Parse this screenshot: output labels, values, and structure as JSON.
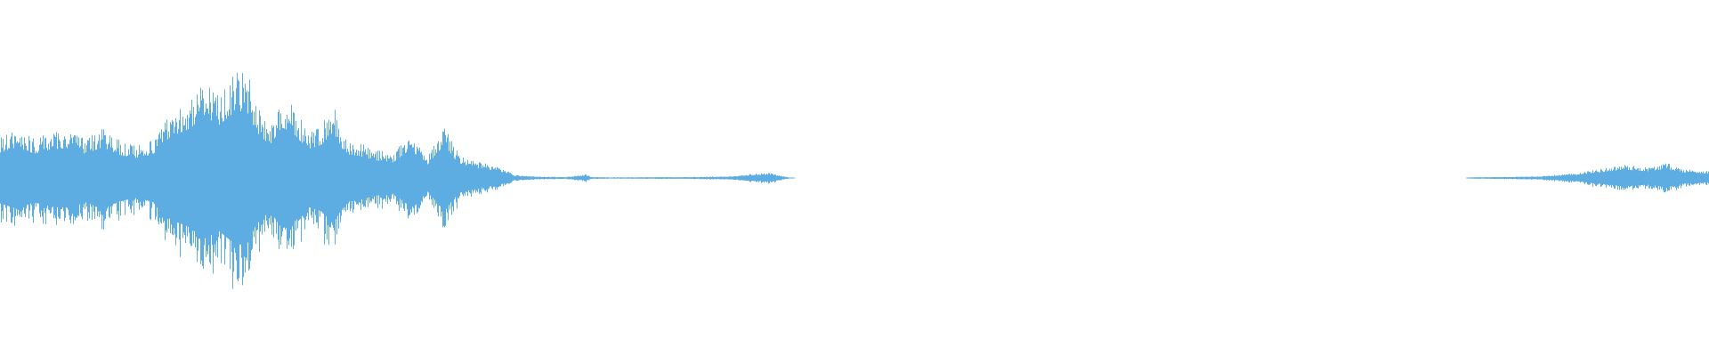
{
  "waveform": {
    "color": "#5dade2",
    "background": "#ffffff",
    "envelope": [
      [
        0.0,
        0.23
      ],
      [
        0.01,
        0.28
      ],
      [
        0.02,
        0.22
      ],
      [
        0.03,
        0.26
      ],
      [
        0.04,
        0.27
      ],
      [
        0.05,
        0.22
      ],
      [
        0.06,
        0.28
      ],
      [
        0.07,
        0.21
      ],
      [
        0.08,
        0.18
      ],
      [
        0.09,
        0.22
      ],
      [
        0.1,
        0.38
      ],
      [
        0.11,
        0.44
      ],
      [
        0.12,
        0.55
      ],
      [
        0.128,
        0.48
      ],
      [
        0.136,
        0.58
      ],
      [
        0.144,
        0.62
      ],
      [
        0.15,
        0.42
      ],
      [
        0.158,
        0.3
      ],
      [
        0.165,
        0.46
      ],
      [
        0.172,
        0.4
      ],
      [
        0.18,
        0.26
      ],
      [
        0.188,
        0.3
      ],
      [
        0.195,
        0.42
      ],
      [
        0.202,
        0.22
      ],
      [
        0.21,
        0.2
      ],
      [
        0.22,
        0.16
      ],
      [
        0.23,
        0.14
      ],
      [
        0.24,
        0.26
      ],
      [
        0.25,
        0.12
      ],
      [
        0.26,
        0.3
      ],
      [
        0.268,
        0.14
      ],
      [
        0.275,
        0.1
      ],
      [
        0.285,
        0.08
      ],
      [
        0.295,
        0.05
      ],
      [
        0.3,
        0.02
      ],
      [
        0.31,
        0.01
      ],
      [
        0.33,
        0.005
      ],
      [
        0.343,
        0.02
      ],
      [
        0.346,
        0.005
      ],
      [
        0.36,
        0.004
      ],
      [
        0.4,
        0.005
      ],
      [
        0.43,
        0.01
      ],
      [
        0.44,
        0.025
      ],
      [
        0.45,
        0.03
      ],
      [
        0.46,
        0.006
      ],
      [
        0.465,
        0.0
      ],
      [
        0.858,
        0.0
      ],
      [
        0.86,
        0.004
      ],
      [
        0.88,
        0.006
      ],
      [
        0.9,
        0.01
      ],
      [
        0.92,
        0.025
      ],
      [
        0.935,
        0.05
      ],
      [
        0.95,
        0.075
      ],
      [
        0.965,
        0.06
      ],
      [
        0.975,
        0.085
      ],
      [
        0.985,
        0.05
      ],
      [
        1.0,
        0.04
      ]
    ]
  }
}
